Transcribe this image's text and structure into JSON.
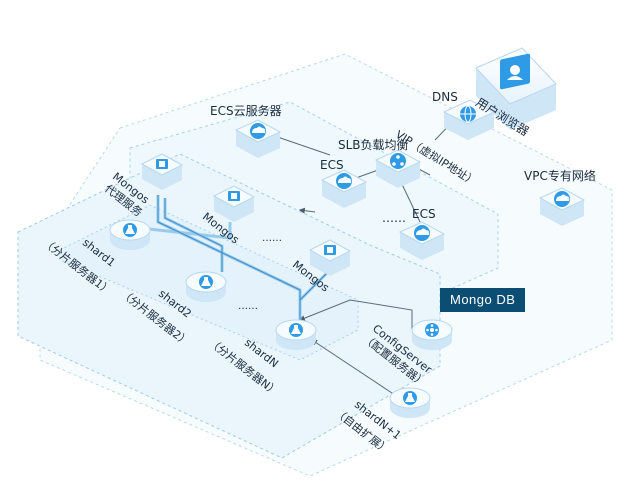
{
  "labels": {
    "dns": "DNS",
    "user_browser": "用户浏览器",
    "ecs_cloud": "ECS云服务器",
    "slb": "SLB负载均衡",
    "vip": "VIP（虚拟IP地址）",
    "ecs_1": "ECS",
    "ecs_2": "ECS",
    "vpc": "VPC专有网络",
    "mongos_proxy": "Mongos",
    "mongos_proxy_sub": "代理服务",
    "mongos_2": "Mongos",
    "mongos_3": "Mongos",
    "ellipsis_mongos": "……",
    "mongodb_tag": "Mongo DB",
    "shard1": "shard1",
    "shard1_sub": "（分片服务器1）",
    "shard2": "shard2",
    "shard2_sub": "（分片服务器2）",
    "ellipsis_shard": "……",
    "shardN": "shardN",
    "shardN_sub": "（分片服务器N）",
    "config": "ConfigServer",
    "config_sub": "（配置服务器）",
    "shardN1": "shardN+1",
    "shardN1_sub": "（自由扩展）",
    "ellipsis_ecs": "……"
  },
  "colors": {
    "accent": "#1a87d6",
    "icon_face": "#2f9be6",
    "tile_top": "#f5fbff",
    "tile_side": "#cfe6f6",
    "region_fill": "#eef8fd",
    "tag_bg": "#0c4d74",
    "line": "#5a6b7a"
  },
  "icons": {
    "user_browser": "user-card-icon",
    "dns": "dns-globe-icon",
    "ecs": "cloud-icon",
    "slb": "load-balancer-icon",
    "vpc": "cloud-icon",
    "mongos": "cpu-chip-icon",
    "shard": "flask-icon",
    "config": "cluster-node-icon"
  }
}
